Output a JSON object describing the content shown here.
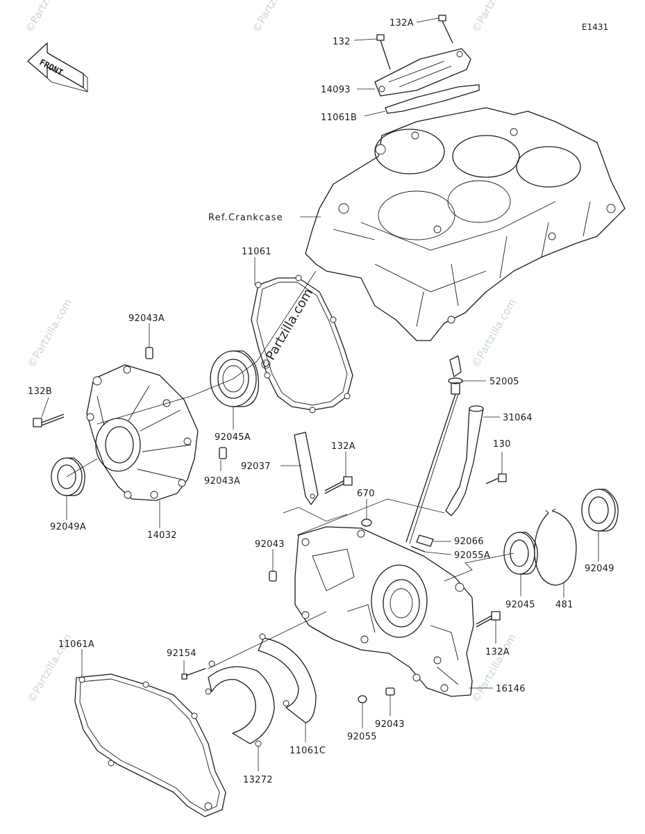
{
  "diagram": {
    "code": "E1431",
    "front_label": "FRONT",
    "reference_label": "Ref.Crankcase",
    "watermark": "©Partzilla.com",
    "parts": {
      "p132A_top": "132A",
      "p132": "132",
      "p14093": "14093",
      "p11061B": "11061B",
      "p11061": "11061",
      "p92043A_top": "92043A",
      "p132B": "132B",
      "p92045A": "92045A",
      "p92043A_mid": "92043A",
      "p92049A": "92049A",
      "p14032": "14032",
      "p52005": "52005",
      "p31064": "31064",
      "p132A_mid": "132A",
      "p130": "130",
      "p92037": "92037",
      "p670": "670",
      "p92043_left": "92043",
      "p92066": "92066",
      "p92055A": "92055A",
      "p481": "481",
      "p92049": "92049",
      "p92045": "92045",
      "p132A_low": "132A",
      "p11061A": "11061A",
      "p92154": "92154",
      "p16146": "16146",
      "p92043_low": "92043",
      "p92055": "92055",
      "p11061C": "11061C",
      "p13272": "13272"
    }
  }
}
